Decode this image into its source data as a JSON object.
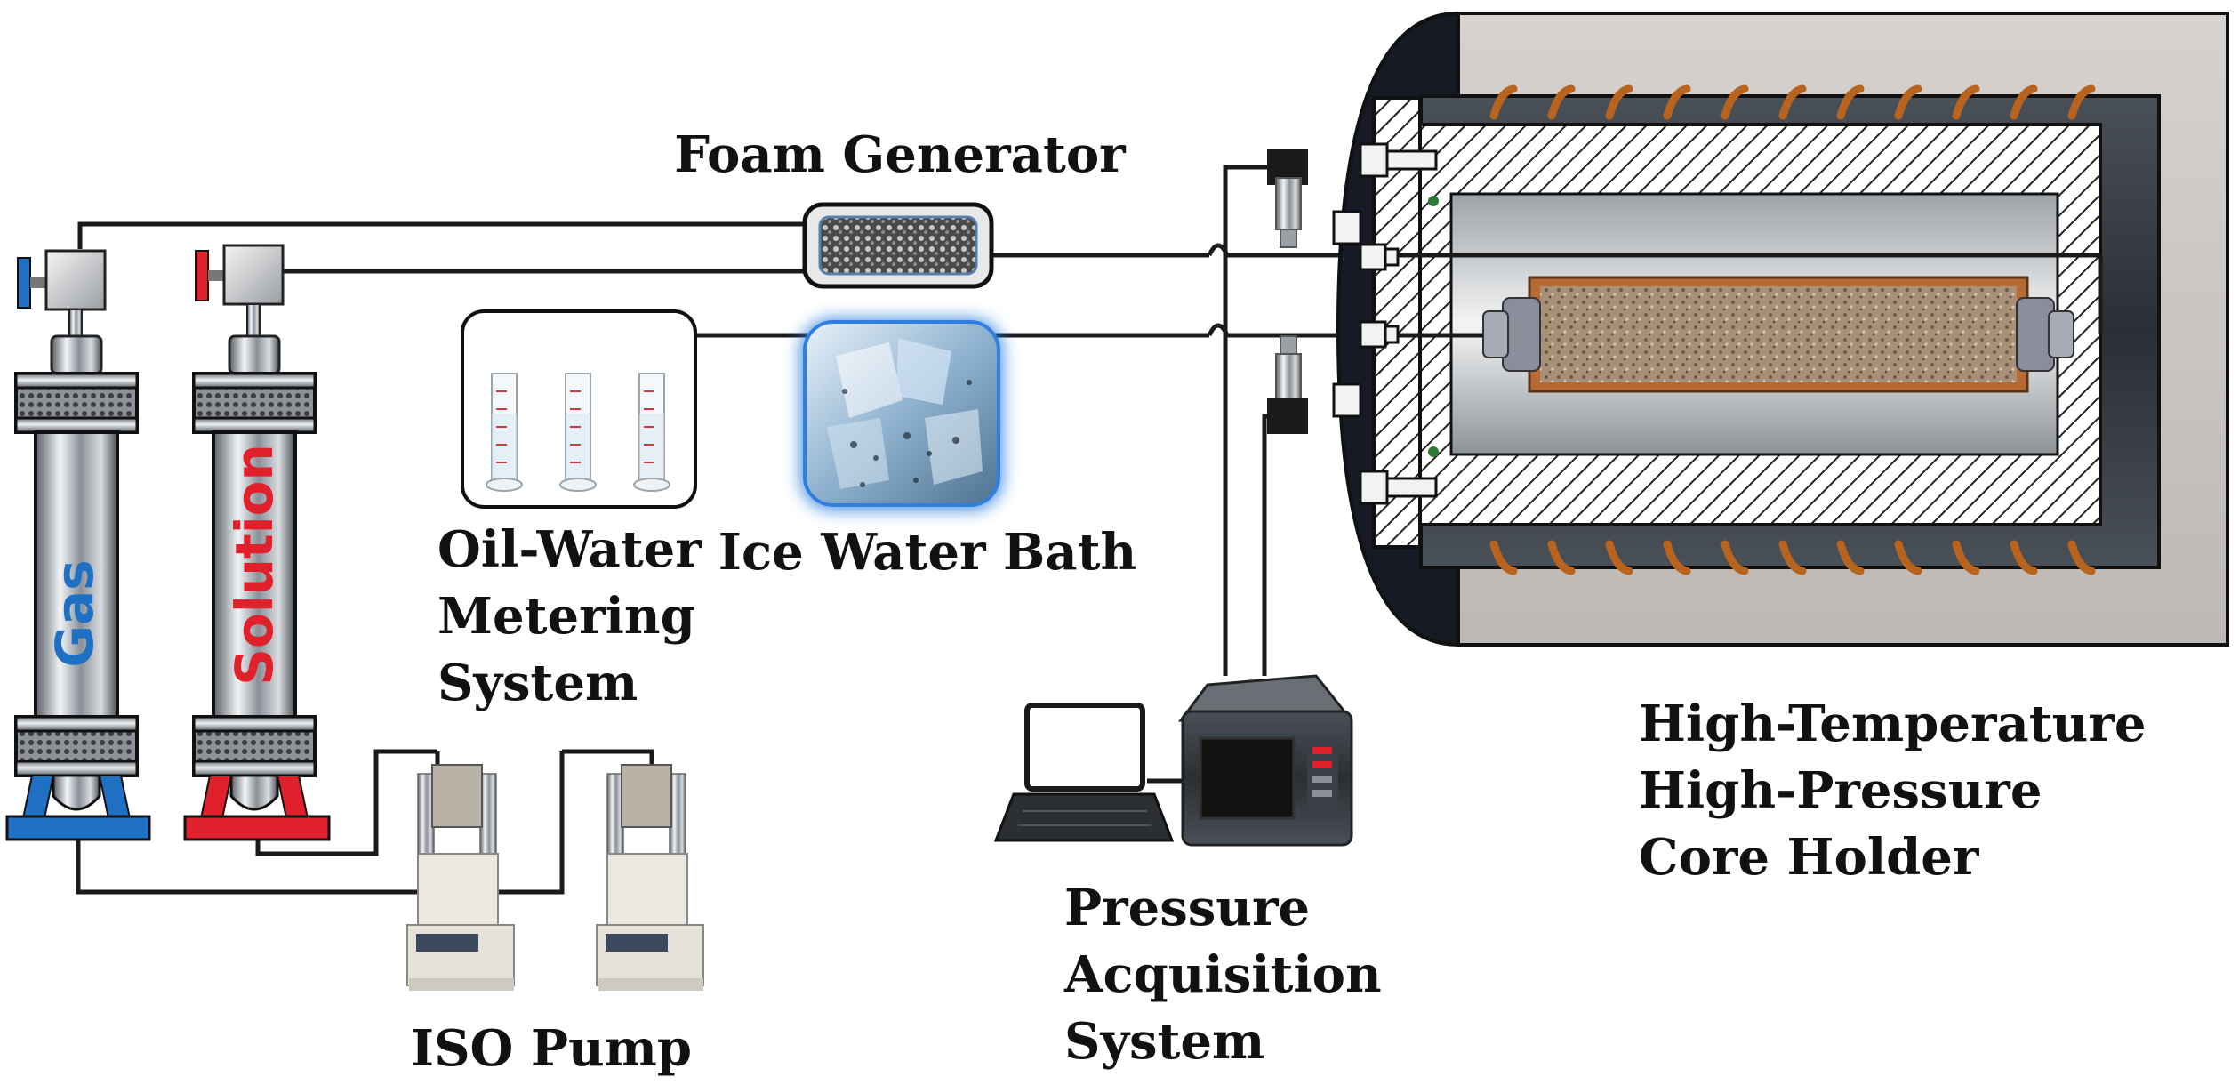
{
  "labels": {
    "foam_generator": "Foam Generator",
    "oil_water": [
      "Oil-Water",
      "Metering",
      "System"
    ],
    "ice_water_bath": "Ice Water Bath",
    "iso_pump": "ISO Pump",
    "pressure_acq": [
      "Pressure",
      "Acquisition",
      "System"
    ],
    "core_holder": [
      "High-Temperature",
      "High-Pressure",
      "Core Holder"
    ],
    "gas": "Gas",
    "solution": "Solution"
  },
  "colors": {
    "gas_accent": "#1f6fc2",
    "solution_accent": "#e0202a",
    "ice_glow": "#2f7fe0",
    "heater_coil": "#b8641e",
    "core_sand": "#9c8670",
    "wire": "#1a1a1a"
  }
}
